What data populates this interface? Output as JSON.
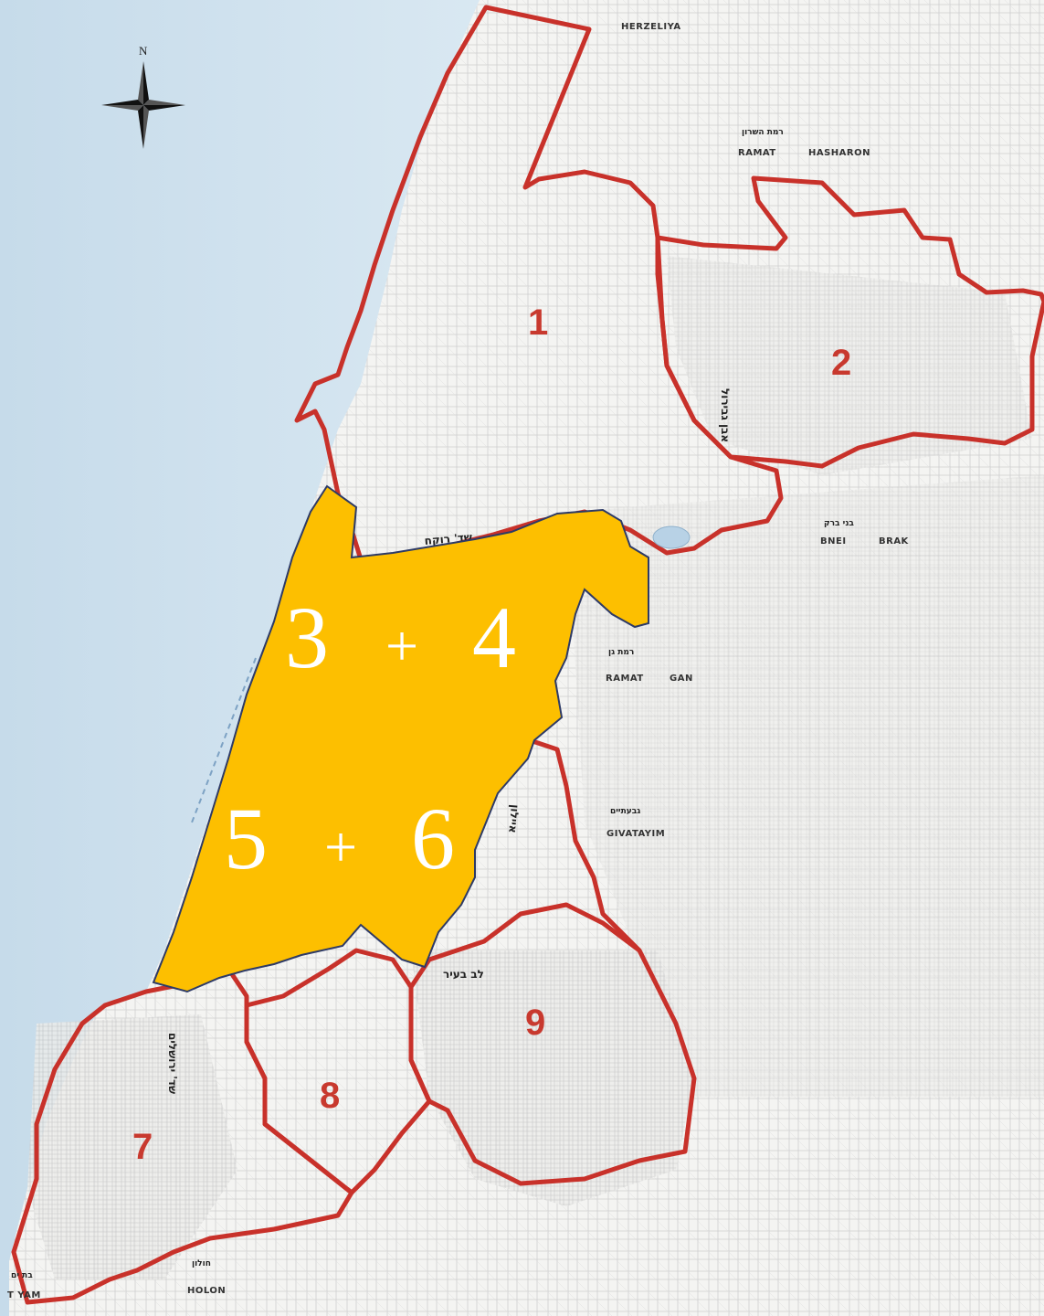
{
  "map": {
    "compass": {
      "north_letter": "N"
    },
    "districts": [
      {
        "id": "1",
        "label": "1"
      },
      {
        "id": "2",
        "label": "2"
      },
      {
        "id": "7",
        "label": "7"
      },
      {
        "id": "8",
        "label": "8"
      },
      {
        "id": "9",
        "label": "9"
      }
    ],
    "merged_area": {
      "label_top": {
        "left": "3",
        "plus": "+",
        "right": "4"
      },
      "label_bottom": {
        "left": "5",
        "plus": "+",
        "right": "6"
      },
      "fill_color": "#FDBF00"
    },
    "places": {
      "herzliya": "HERZELIYA",
      "ramat_hasharon_heb": "רמת השרון",
      "ramat_hasharon_1": "RAMAT",
      "ramat_hasharon_2": "HASHARON",
      "bnei_brak_heb": "בני ברק",
      "bnei_brak_1": "BNEI",
      "bnei_brak_2": "BRAK",
      "ramat_gan_heb": "רמת גן",
      "ramat_gan_1": "RAMAT",
      "ramat_gan_2": "GAN",
      "givatayim_heb": "גבעתיים",
      "givatayim": "GIVATAYIM",
      "holon_heb": "חולון",
      "holon": "HOLON",
      "bat_yam_heb": "בת ים",
      "bat_yam": "T YAM"
    },
    "streets": {
      "einstein": "אבן גבירול",
      "ayalon": "איילון",
      "rokach": "שד' רוקח",
      "yefet": "שד' ירושלים",
      "hagana": "לב בעיר"
    },
    "colors": {
      "sea": "#cfe1ee",
      "boundary": "#c8312a",
      "merged": "#FDBF00"
    }
  }
}
